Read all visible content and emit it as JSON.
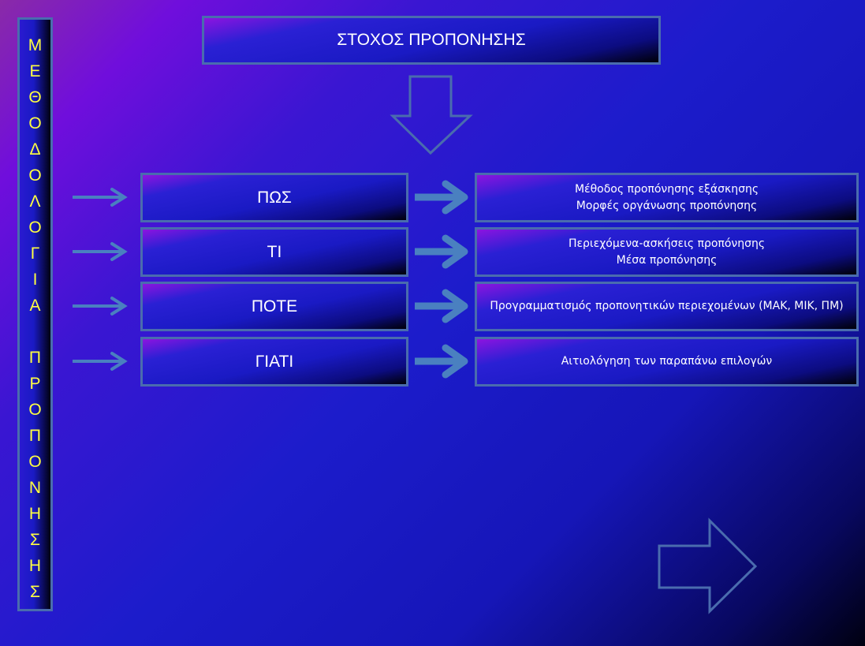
{
  "side_label": {
    "letters": [
      "Μ",
      "Ε",
      "Θ",
      "Ο",
      "Δ",
      "Ο",
      "Λ",
      "Ο",
      "Γ",
      "Ι",
      "Α",
      " ",
      "Π",
      "Ρ",
      "Ο",
      "Π",
      "Ο",
      "Ν",
      "Η",
      "Σ",
      "Η",
      "Σ"
    ]
  },
  "title": "ΣΤΟΧΟΣ ΠΡΟΠΟΝΗΣΗΣ",
  "rows": [
    {
      "question": "ΠΩΣ",
      "lines": [
        "Μέθοδος προπόνησης εξάσκησης",
        "Μορφές οργάνωσης προπόνησης"
      ]
    },
    {
      "question": "ΤΙ",
      "lines": [
        "Περιεχόμενα-ασκήσεις προπόνησης",
        "Μέσα προπόνησης"
      ]
    },
    {
      "question": "ΠΟΤΕ",
      "lines": [
        "Προγραμματισμός προπονητικών περιεχομένων (ΜΑΚ, ΜΙΚ, ΠΜ)",
        ""
      ]
    },
    {
      "question": "ΓΙΑΤΙ",
      "lines": [
        "Αιτιολόγηση των παραπάνω επιλογών",
        ""
      ]
    }
  ],
  "colors": {
    "text_accent": "#ffff40",
    "border": "#4a6cae",
    "arrow": "#4a80c0"
  }
}
